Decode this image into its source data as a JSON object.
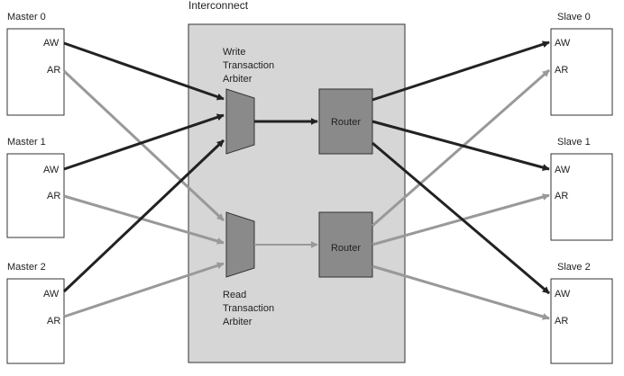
{
  "title": "Interconnect",
  "masters": [
    {
      "label": "Master 0",
      "ports": [
        "AW",
        "AR"
      ]
    },
    {
      "label": "Master 1",
      "ports": [
        "AW",
        "AR"
      ]
    },
    {
      "label": "Master 2",
      "ports": [
        "AW",
        "AR"
      ]
    }
  ],
  "slaves": [
    {
      "label": "Slave 0",
      "ports": [
        "AW",
        "AR"
      ]
    },
    {
      "label": "Slave 1",
      "ports": [
        "AW",
        "AR"
      ]
    },
    {
      "label": "Slave 2",
      "ports": [
        "AW",
        "AR"
      ]
    }
  ],
  "write_arbiter": [
    "Write",
    "Transaction",
    "Arbiter"
  ],
  "read_arbiter": [
    "Read",
    "Transaction",
    "Arbiter"
  ],
  "routers": [
    "Router",
    "Router"
  ],
  "colors": {
    "write_path": "#222222",
    "read_path": "#999999",
    "interconnect_fill": "#d6d6d6",
    "block_fill": "#8a8a8a"
  }
}
